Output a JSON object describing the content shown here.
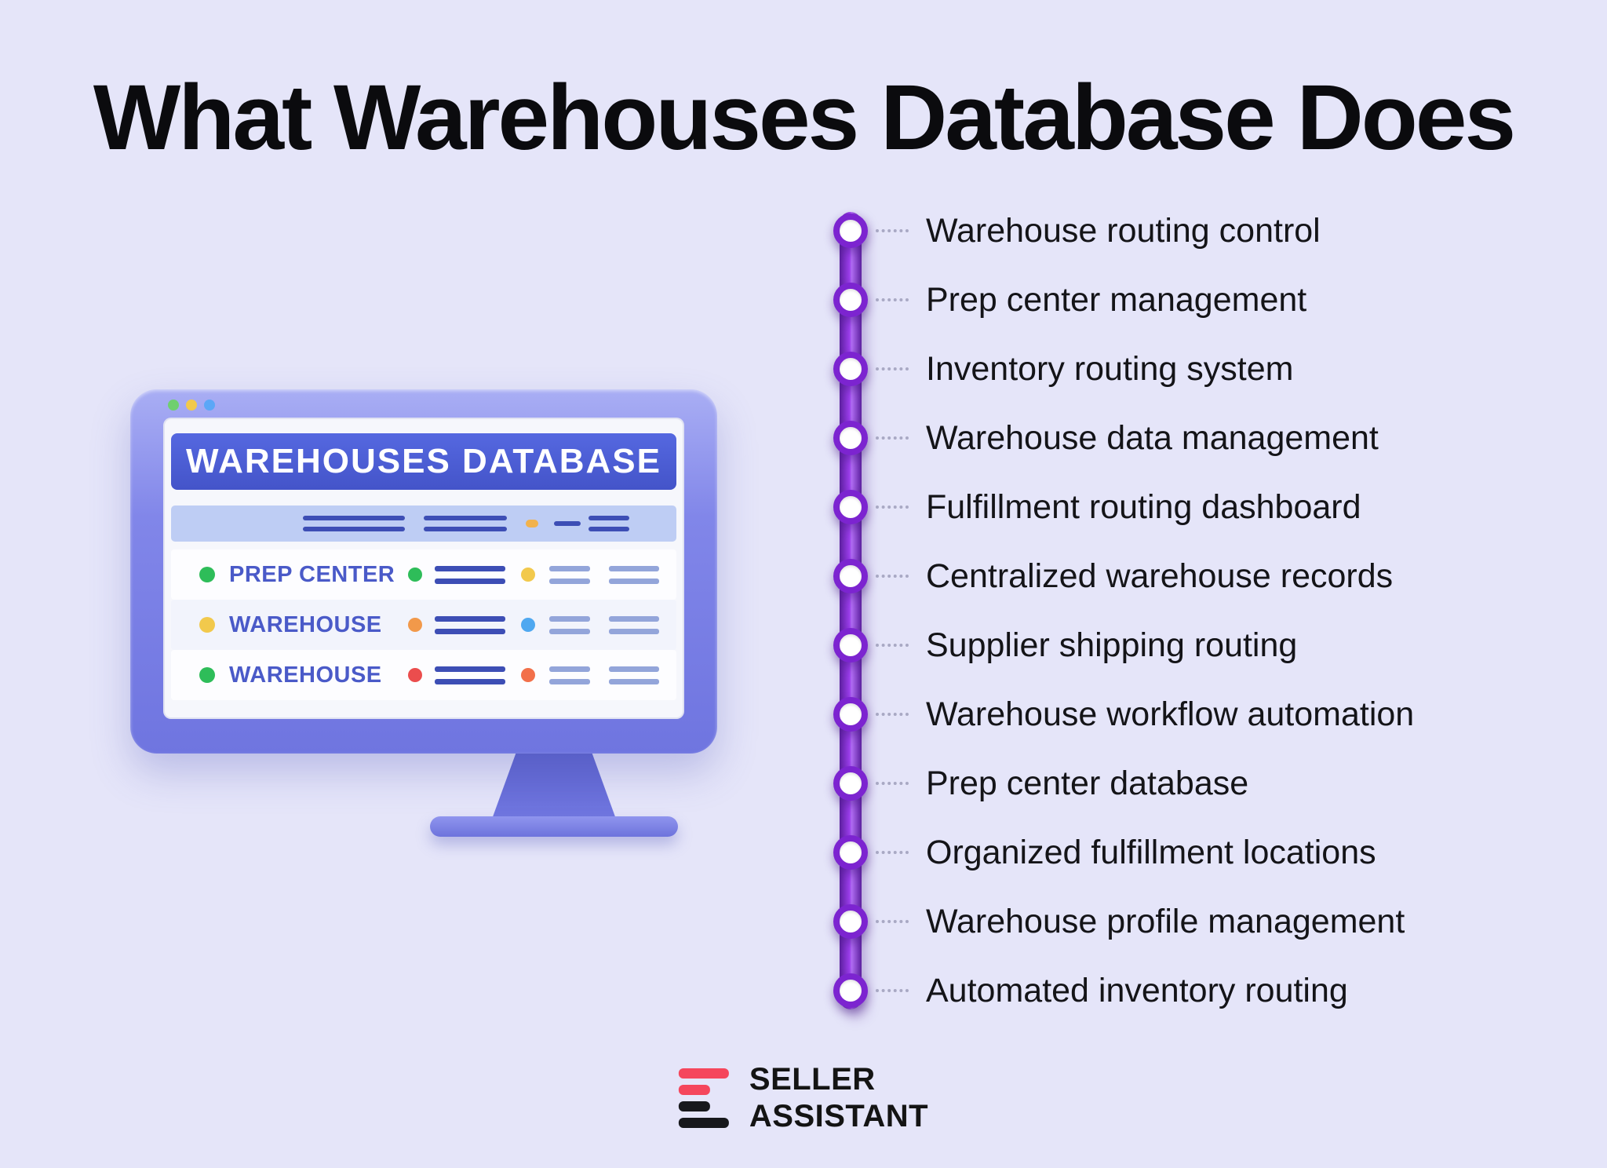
{
  "title": "What Warehouses Database Does",
  "monitor": {
    "header": "WAREHOUSES DATABASE",
    "traffic": [
      "#6FCF6F",
      "#F2C94C",
      "#5BA7F7"
    ],
    "rows": [
      {
        "label": "PREP CENTER",
        "led": "#2EBD59",
        "dot1": "#2EBD59",
        "dot2": "#F2C94C"
      },
      {
        "label": "WAREHOUSE",
        "led": "#F2C94C",
        "dot1": "#F2994A",
        "dot2": "#4FA8F0"
      },
      {
        "label": "WAREHOUSE",
        "led": "#2EBD59",
        "dot1": "#EB4D4D",
        "dot2": "#F2704A"
      }
    ],
    "toolbar_dot": "#F2B24C"
  },
  "features": [
    "Warehouse routing control",
    "Prep center management",
    "Inventory routing system",
    "Warehouse data management",
    "Fulfillment routing dashboard",
    "Centralized warehouse records",
    "Supplier shipping routing",
    "Warehouse workflow automation",
    "Prep center database",
    "Organized fulfillment locations",
    "Warehouse profile management",
    "Automated inventory routing"
  ],
  "logo": {
    "line1": "SELLER",
    "line2": "ASSISTANT"
  },
  "colors": {
    "background": "#E5E5F9",
    "chain_purple": "#8B2FC9",
    "node_ring": "#7C24D0",
    "monitor_frame": "#7B81E6",
    "screen_header": "#4B5ED6",
    "logo_red": "#F5465C",
    "logo_black": "#17181C"
  }
}
